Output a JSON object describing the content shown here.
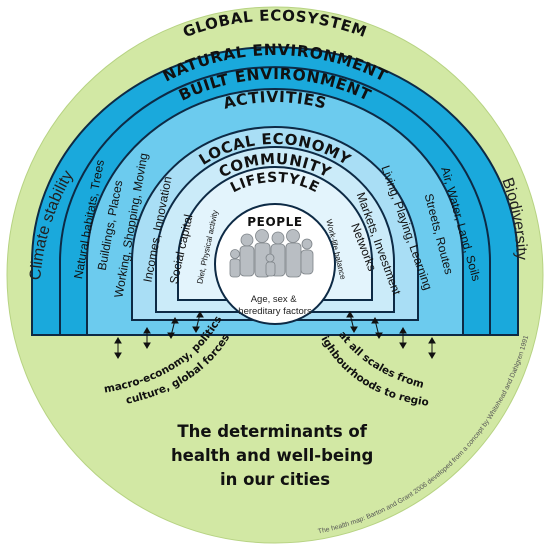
{
  "rings": {
    "global": "GLOBAL ECOSYSTEM",
    "natural": "NATURAL ENVIRONMENT",
    "built": "BUILT ENVIRONMENT",
    "activities": "ACTIVITIES",
    "local_economy": "LOCAL ECONOMY",
    "community": "COMMUNITY",
    "lifestyle": "LIFESTYLE",
    "people": "PEOPLE"
  },
  "sides": {
    "left": "Climate stability",
    "right": "Biodiversity"
  },
  "left_labels": {
    "natural": "Natural habitats, Trees",
    "built": "Buildings, Places",
    "activities": "Working, Shopping, Moving",
    "economy": "Incomes, Innovation",
    "community": "Social capital",
    "lifestyle": "Diet, Physical activity"
  },
  "right_labels": {
    "natural": "Air, Water, Land, Soils",
    "built": "Streets, Routes",
    "activities": "Living, Playing, Learning",
    "economy": "Markets, Investment",
    "community": "Networks",
    "lifestyle": "Work-life balance"
  },
  "people_caption": [
    "Age, sex &",
    "hereditary factors"
  ],
  "scale_left": [
    "macro-economy, politics,",
    "culture, global forces"
  ],
  "scale_right": [
    "at all scales from",
    "neighbourhoods to regions"
  ],
  "bottom_title": [
    "The determinants of",
    "health and well-being",
    "in our cities"
  ],
  "credit": "The health map: Barton and Grant 2006 developed from a concept by Whitehead and Dahlgren 1991",
  "colors": {
    "outer_green": "#d2e8a4",
    "ring_dark": "#1aa9dc",
    "ring_mid": "#6ccbee",
    "ring_light": "#a9def5",
    "ring_pale": "#cbebf9",
    "center": "#ffffff"
  }
}
